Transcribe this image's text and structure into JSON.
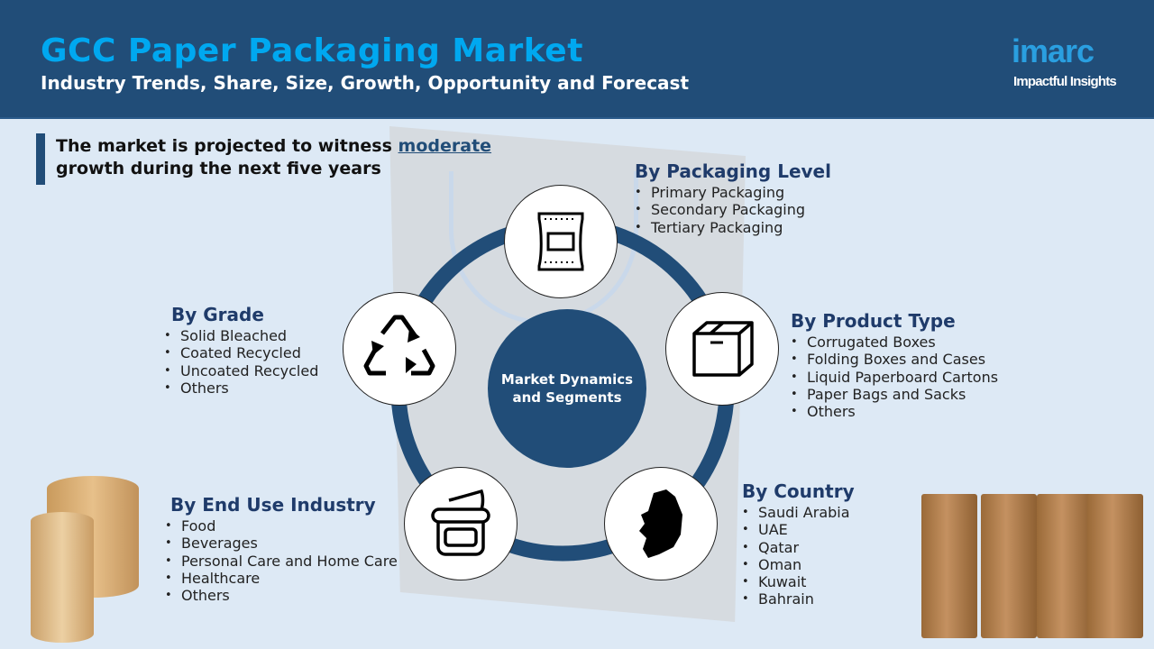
{
  "header": {
    "title": "GCC Paper Packaging Market",
    "subtitle": "Industry Trends, Share, Size, Growth, Opportunity and Forecast"
  },
  "logo": {
    "word": "imarc",
    "tagline": "Impactful Insights"
  },
  "callout": {
    "before": "The market is projected to witness ",
    "highlight": "moderate",
    "after": " growth during the next five years"
  },
  "center": {
    "line1": "Market Dynamics",
    "line2": "and Segments"
  },
  "segments": {
    "packaging_level": {
      "title": "By Packaging Level",
      "items": [
        "Primary Packaging",
        "Secondary Packaging",
        "Tertiary Packaging"
      ],
      "icon": "food-pouch-icon"
    },
    "product_type": {
      "title": "By Product Type",
      "items": [
        "Corrugated Boxes",
        "Folding Boxes and Cases",
        "Liquid Paperboard Cartons",
        "Paper Bags and Sacks",
        "Others"
      ],
      "icon": "box-icon"
    },
    "country": {
      "title": "By Country",
      "items": [
        "Saudi Arabia",
        "UAE",
        "Qatar",
        "Oman",
        "Kuwait",
        "Bahrain"
      ],
      "icon": "country-map-icon"
    },
    "end_use": {
      "title": "By End Use Industry",
      "items": [
        "Food",
        "Beverages",
        "Personal Care and Home Care",
        "Healthcare",
        "Others"
      ],
      "icon": "cream-jar-icon"
    },
    "grade": {
      "title": "By Grade",
      "items": [
        "Solid Bleached",
        "Coated Recycled",
        "Uncoated Recycled",
        "Others"
      ],
      "icon": "recycle-icon"
    }
  },
  "colors": {
    "navy": "#214d78",
    "accent": "#00a8f0",
    "background": "#dde9f5"
  }
}
